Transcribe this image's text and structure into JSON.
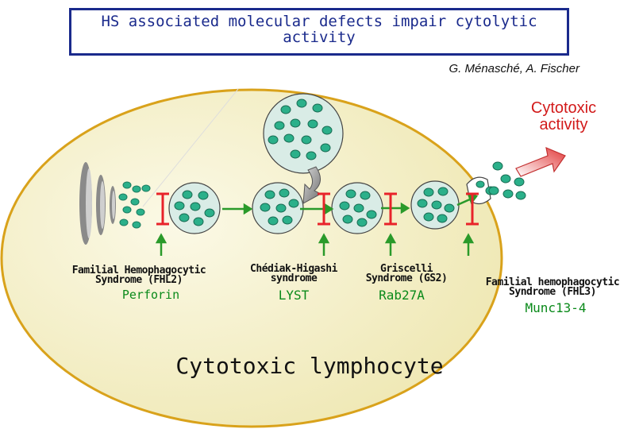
{
  "title": {
    "line1": "HS associated molecular defects impair cytolytic",
    "line2": "activity"
  },
  "authors": "G. Ménasché, A. Fischer",
  "cytotoxic_activity": {
    "line1": "Cytotoxic",
    "line2": "activity"
  },
  "defects": [
    {
      "line1": "Familial Hemophagocytic",
      "line2": "Syndrome (FHL2)",
      "gene": "Perforin"
    },
    {
      "line1": "Chédiak-Higashi",
      "line2": "syndrome",
      "gene": "LYST"
    },
    {
      "line1": "Griscelli",
      "line2": "Syndrome (GS2)",
      "gene": "Rab27A"
    },
    {
      "line1": "Familial hemophagocytic",
      "line2": "Syndrome (FHL3)",
      "gene": "Munc13-4"
    }
  ],
  "cell_label": "Cytotoxic lymphocyte",
  "colors": {
    "title_border": "#1a2a8c",
    "cell_fill": "#f4f0c8",
    "cell_border": "#d9a21b",
    "vesicle": "#d9ece6",
    "granule": "#2bb08a",
    "block": "#e8232a",
    "arrow_green": "#2a9a2a",
    "cytotoxic_text": "#d21a1a"
  }
}
